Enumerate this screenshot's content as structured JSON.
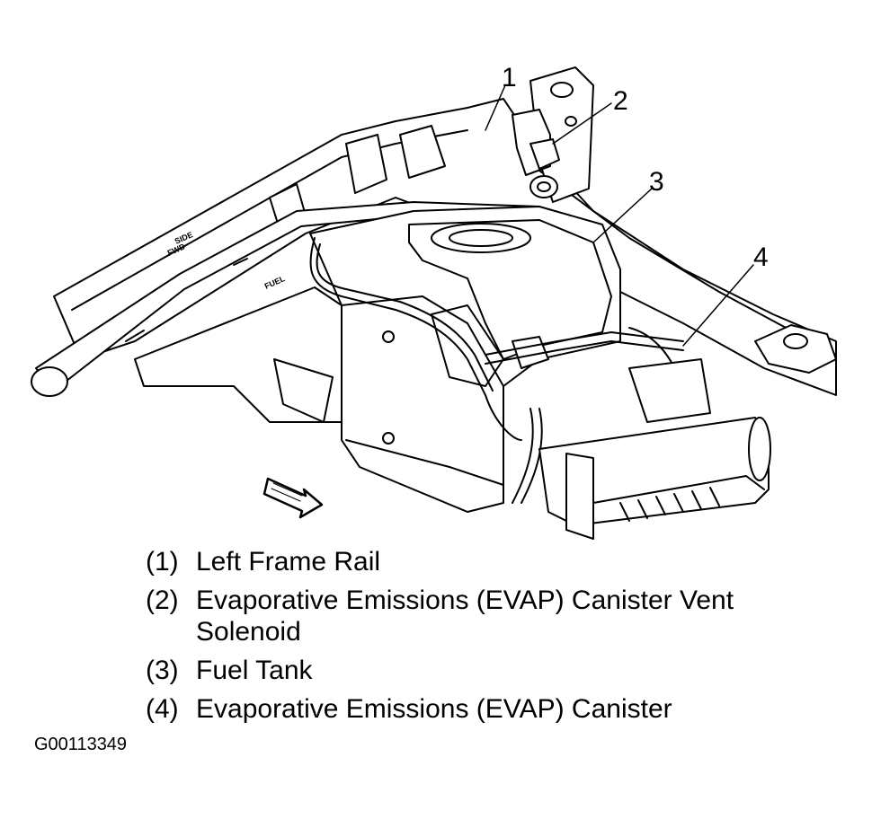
{
  "callouts": [
    "1",
    "2",
    "3",
    "4"
  ],
  "legend": [
    {
      "num": "(1)",
      "text": "Left Frame Rail"
    },
    {
      "num": "(2)",
      "text": "Evaporative Emissions (EVAP) Canister Vent Solenoid"
    },
    {
      "num": "(3)",
      "text": "Fuel Tank"
    },
    {
      "num": "(4)",
      "text": "Evaporative Emissions (EVAP) Canister"
    }
  ],
  "stamps": {
    "side": "SIDE",
    "forward": "FWD",
    "fuel": "FUEL"
  },
  "figure_id": "G00113349"
}
